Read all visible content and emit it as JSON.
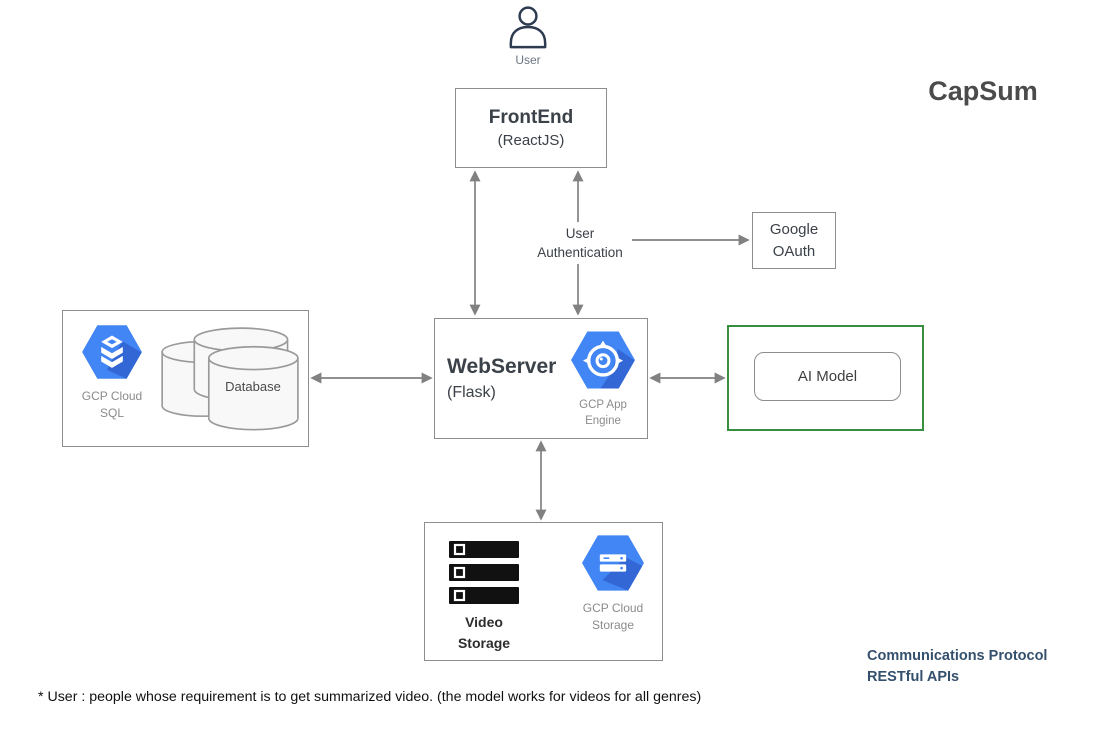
{
  "title": "CapSum",
  "nodes": {
    "user": {
      "label": "User"
    },
    "frontend": {
      "title": "FrontEnd",
      "subtitle": "(ReactJS)"
    },
    "user_auth": {
      "label": "User Authentication"
    },
    "google_oauth": {
      "label": "Google OAuth"
    },
    "webserver": {
      "title": "WebServer",
      "subtitle": "(Flask)",
      "icon_label": "GCP App Engine"
    },
    "gcp_sql": {
      "icon_label": "GCP Cloud SQL",
      "database_label": "Database"
    },
    "ai_model": {
      "label": "AI Model"
    },
    "storage": {
      "video_label": "Video Storage",
      "icon_label": "GCP Cloud Storage"
    }
  },
  "legend": {
    "protocol": "Communications Protocol",
    "apis": "RESTful APIs"
  },
  "footnote": "* User : people whose requirement is to get summarized video. (the model works for videos for all genres)",
  "colors": {
    "gcp_blue": "#4285f4",
    "gcp_blue_shadow": "#3367d6",
    "ai_box_green": "#388e3c",
    "arrow_gray": "#818181",
    "legend_text": "#35506d"
  }
}
